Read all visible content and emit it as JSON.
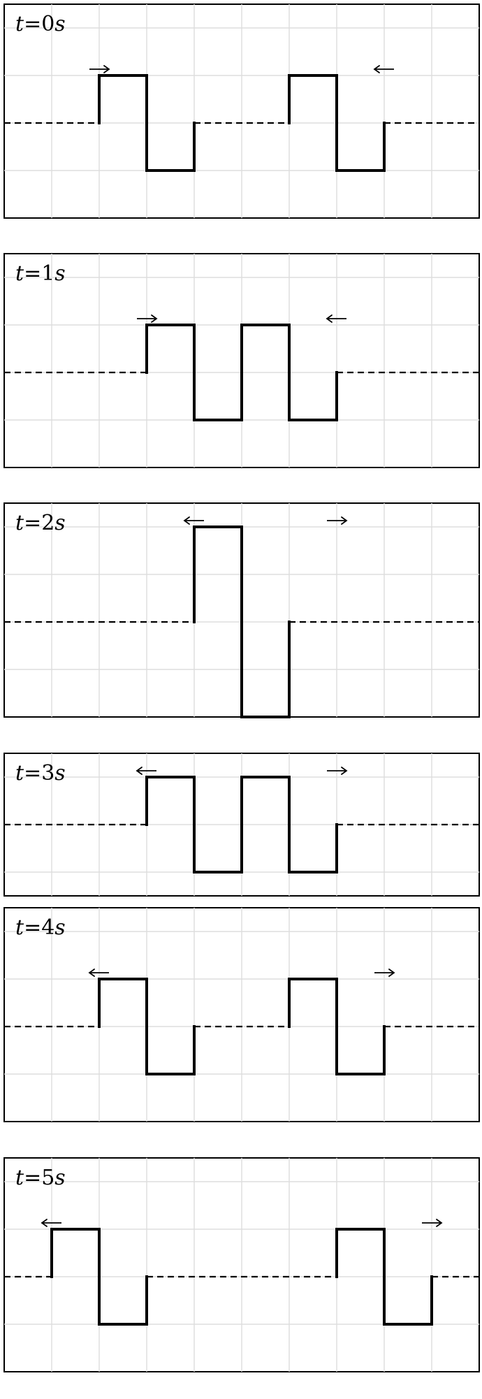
{
  "figure": {
    "background": "#ffffff",
    "grid_color": "#dddddd",
    "line_color": "#000000",
    "grid": {
      "cols": 10,
      "step": 1
    },
    "rest_level": 0,
    "panels": [
      {
        "label_var": "t",
        "label_eq": "=",
        "label_num": "0",
        "label_unit": "s",
        "y_range": [
          -2,
          2.5
        ],
        "pulses": [
          {
            "x": [
              2,
              3,
              3,
              4
            ],
            "y": [
              1,
              1,
              -1,
              -1
            ]
          },
          {
            "x": [
              6,
              7,
              7,
              8
            ],
            "y": [
              1,
              1,
              -1,
              -1
            ]
          }
        ],
        "arrows": [
          {
            "x": 2.0,
            "dir": "right"
          },
          {
            "x": 8.0,
            "dir": "left"
          }
        ]
      },
      {
        "label_var": "t",
        "label_eq": "=",
        "label_num": "1",
        "label_unit": "s",
        "y_range": [
          -2,
          2.5
        ],
        "pulses": [
          {
            "x": [
              3,
              4,
              4,
              5,
              5,
              6,
              6,
              7
            ],
            "y": [
              1,
              1,
              -1,
              -1,
              1,
              1,
              -1,
              -1
            ]
          }
        ],
        "arrows": [
          {
            "x": 3.0,
            "dir": "right"
          },
          {
            "x": 7.0,
            "dir": "left"
          }
        ]
      },
      {
        "label_var": "t",
        "label_eq": "=",
        "label_num": "2",
        "label_unit": "s",
        "y_range": [
          -2,
          2.5
        ],
        "pulses": [
          {
            "x": [
              4,
              5,
              5,
              6
            ],
            "y": [
              2,
              2,
              -2,
              -2
            ]
          }
        ],
        "arrows": [
          {
            "x": 4.0,
            "dir": "left"
          },
          {
            "x": 7.0,
            "dir": "right"
          }
        ]
      },
      {
        "label_var": "t",
        "label_eq": "=",
        "label_num": "3",
        "label_unit": "s",
        "y_range": [
          -1.5,
          1.5
        ],
        "pulses": [
          {
            "x": [
              3,
              4,
              4,
              5,
              5,
              6,
              6,
              7
            ],
            "y": [
              1,
              1,
              -1,
              -1,
              1,
              1,
              -1,
              -1
            ]
          }
        ],
        "arrows": [
          {
            "x": 3.0,
            "dir": "left"
          },
          {
            "x": 7.0,
            "dir": "right"
          }
        ]
      },
      {
        "label_var": "t",
        "label_eq": "=",
        "label_num": "4",
        "label_unit": "s",
        "y_range": [
          -2,
          2.5
        ],
        "pulses": [
          {
            "x": [
              2,
              3,
              3,
              4
            ],
            "y": [
              1,
              1,
              -1,
              -1
            ]
          },
          {
            "x": [
              6,
              7,
              7,
              8
            ],
            "y": [
              1,
              1,
              -1,
              -1
            ]
          }
        ],
        "arrows": [
          {
            "x": 2.0,
            "dir": "left"
          },
          {
            "x": 8.0,
            "dir": "right"
          }
        ]
      },
      {
        "label_var": "t",
        "label_eq": "=",
        "label_num": "5",
        "label_unit": "s",
        "y_range": [
          -2,
          2.5
        ],
        "pulses": [
          {
            "x": [
              1,
              2,
              2,
              3
            ],
            "y": [
              1,
              1,
              -1,
              -1
            ]
          },
          {
            "x": [
              7,
              8,
              8,
              9
            ],
            "y": [
              1,
              1,
              -1,
              -1
            ]
          }
        ],
        "arrows": [
          {
            "x": 1.0,
            "dir": "left"
          },
          {
            "x": 9.0,
            "dir": "right"
          }
        ]
      }
    ]
  }
}
